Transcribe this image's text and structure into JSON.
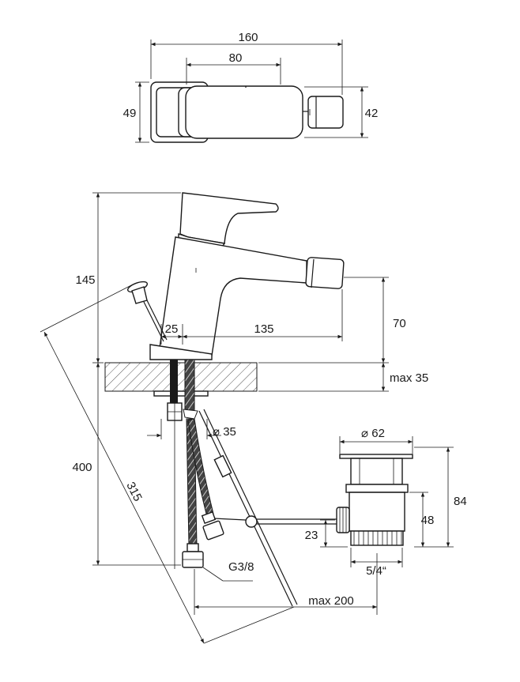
{
  "top_view": {
    "total_width": "160",
    "lever_width": "80",
    "body_depth": "49",
    "outlet_depth": "42"
  },
  "side_view": {
    "height_total": "145",
    "mount_offset": "25",
    "spout_reach": "135",
    "spout_height": "70",
    "deck_thickness": "max 35",
    "below_deck": "400",
    "pop_up_rod": "315",
    "shank_diameter": "⌀ 35",
    "hose_thread": "G3/8",
    "rod_reach": "max 200"
  },
  "waste": {
    "flange_diameter": "⌀ 62",
    "height_total": "84",
    "body_height": "48",
    "lever_height": "23",
    "thread": "5/4“"
  }
}
